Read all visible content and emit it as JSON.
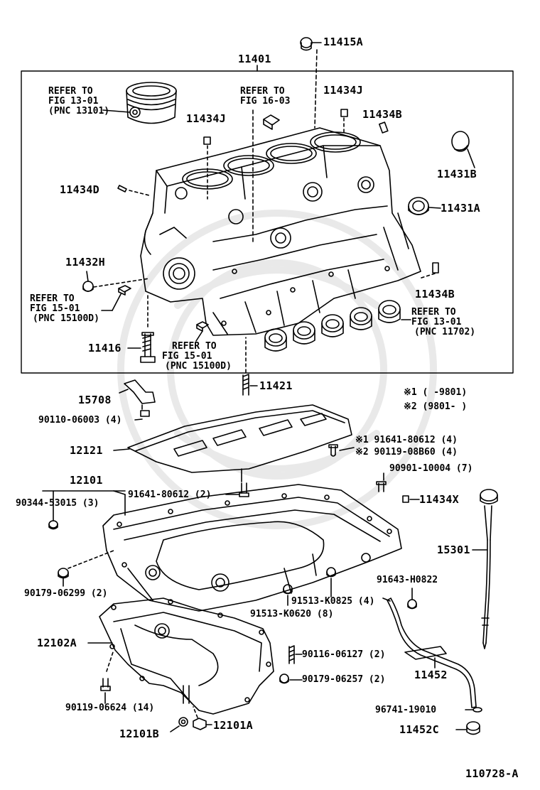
{
  "diagram": {
    "figure_code": "110728-A",
    "legend": {
      "note1": "※1 (      -9801)",
      "note2": "※2 (9801-      )"
    },
    "references": [
      {
        "id": "ref-13-01-top",
        "lines": [
          "REFER TO",
          "FIG 13-01",
          "(PNC 13101)"
        ]
      },
      {
        "id": "ref-16-03",
        "lines": [
          "REFER TO",
          "FIG 16-03"
        ]
      },
      {
        "id": "ref-15-01-left",
        "lines": [
          "REFER TO",
          "FIG 15-01",
          "(PNC 15100D)"
        ]
      },
      {
        "id": "ref-15-01-bottom",
        "lines": [
          "REFER TO",
          "FIG 15-01",
          "(PNC 15100D)"
        ]
      },
      {
        "id": "ref-13-01-right",
        "lines": [
          "REFER TO",
          "FIG 13-01",
          "(PNC 11702)"
        ]
      }
    ],
    "parts": {
      "p11415A": "11415A",
      "p11401": "11401",
      "p11434J_a": "11434J",
      "p11434J_b": "11434J",
      "p11434B_a": "11434B",
      "p11434B_b": "11434B",
      "p11431B": "11431B",
      "p11431A": "11431A",
      "p11434D": "11434D",
      "p11432H": "11432H",
      "p11416": "11416",
      "p11421": "11421",
      "p15708": "15708",
      "p90110": "90110-06003 (4)",
      "p12121": "12121",
      "p91641a": "※1 91641-80612 (4)",
      "p90119b": "※2 90119-08B60 (4)",
      "p90901": "90901-10004 (7)",
      "p12101": "12101",
      "p91641b": "91641-80612 (2)",
      "p11434X": "11434X",
      "p90344": "90344-53015 (3)",
      "p15301": "15301",
      "p90179a": "90179-06299 (2)",
      "p91643": "91643-H0822",
      "p91513a": "91513-K0825 (4)",
      "p91513b": "91513-K0620 (8)",
      "p12102A": "12102A",
      "p90116": "90116-06127 (2)",
      "p11452": "11452",
      "p90179b": "90179-06257 (2)",
      "p90119c": "90119-06624 (14)",
      "p96741": "96741-19010",
      "p12101B": "12101B",
      "p12101A": "12101A",
      "p11452C": "11452C"
    }
  }
}
